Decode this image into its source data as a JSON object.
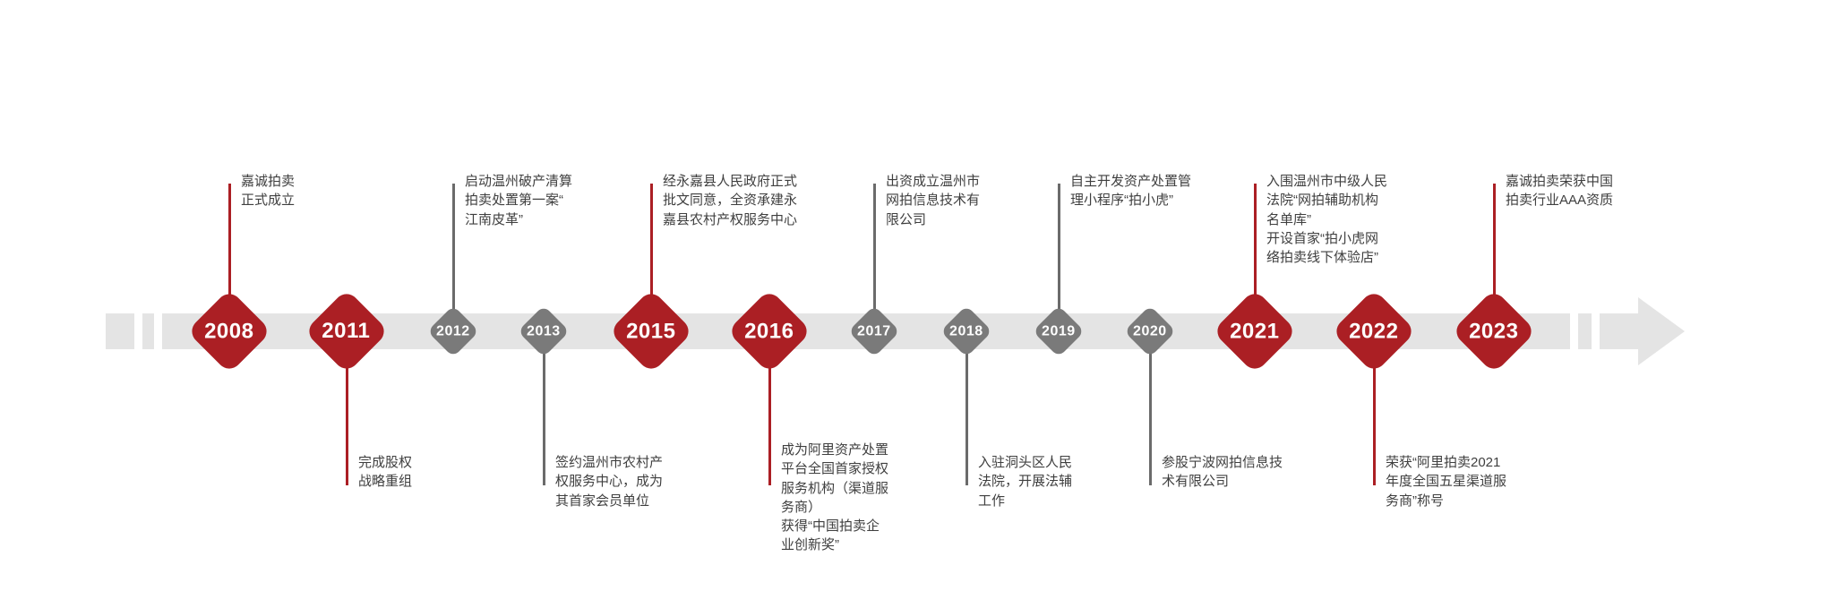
{
  "page": {
    "background": "#ffffff",
    "type": "company-history-timeline"
  },
  "colors": {
    "primary_red": "#ab1f24",
    "gray_diamond": "#7a7a7a",
    "band_gray": "#e4e4e4",
    "connector_gray": "#6b6b6b",
    "text": "#3f3f3f"
  },
  "timeline": {
    "arrow_direction": "right",
    "items": [
      {
        "year": "2008",
        "emphasis": "red",
        "position": "top",
        "description": "嘉诚拍卖\n正式成立"
      },
      {
        "year": "2011",
        "emphasis": "red",
        "position": "bottom",
        "description": "完成股权\n战略重组"
      },
      {
        "year": "2012",
        "emphasis": "gray",
        "position": "top",
        "description": "启动温州破产清算\n拍卖处置第一案“\n江南皮革”"
      },
      {
        "year": "2013",
        "emphasis": "gray",
        "position": "bottom",
        "description": "签约温州市农村产\n权服务中心，成为\n其首家会员单位"
      },
      {
        "year": "2015",
        "emphasis": "red",
        "position": "top",
        "description": "经永嘉县人民政府正式\n批文同意，全资承建永\n嘉县农村产权服务中心"
      },
      {
        "year": "2016",
        "emphasis": "red",
        "position": "bottom",
        "description": "成为阿里资产处置\n平台全国首家授权\n服务机构（渠道服\n务商）\n获得“中国拍卖企\n业创新奖”"
      },
      {
        "year": "2017",
        "emphasis": "gray",
        "position": "top",
        "description": "出资成立温州市\n网拍信息技术有\n限公司"
      },
      {
        "year": "2018",
        "emphasis": "gray",
        "position": "bottom",
        "description": "入驻洞头区人民\n法院，开展法辅\n工作"
      },
      {
        "year": "2019",
        "emphasis": "gray",
        "position": "top",
        "description": "自主开发资产处置管\n理小程序“拍小虎”"
      },
      {
        "year": "2020",
        "emphasis": "gray",
        "position": "bottom",
        "description": "参股宁波网拍信息技\n术有限公司"
      },
      {
        "year": "2021",
        "emphasis": "red",
        "position": "top",
        "description": "入围温州市中级人民\n法院“网拍辅助机构\n名单库”\n开设首家“拍小虎网\n络拍卖线下体验店”"
      },
      {
        "year": "2022",
        "emphasis": "red",
        "position": "bottom",
        "description": "荣获“阿里拍卖2021\n年度全国五星渠道服\n务商”称号"
      },
      {
        "year": "2023",
        "emphasis": "red",
        "position": "top",
        "description": "嘉诚拍卖荣获中国\n拍卖行业AAA资质"
      }
    ]
  }
}
